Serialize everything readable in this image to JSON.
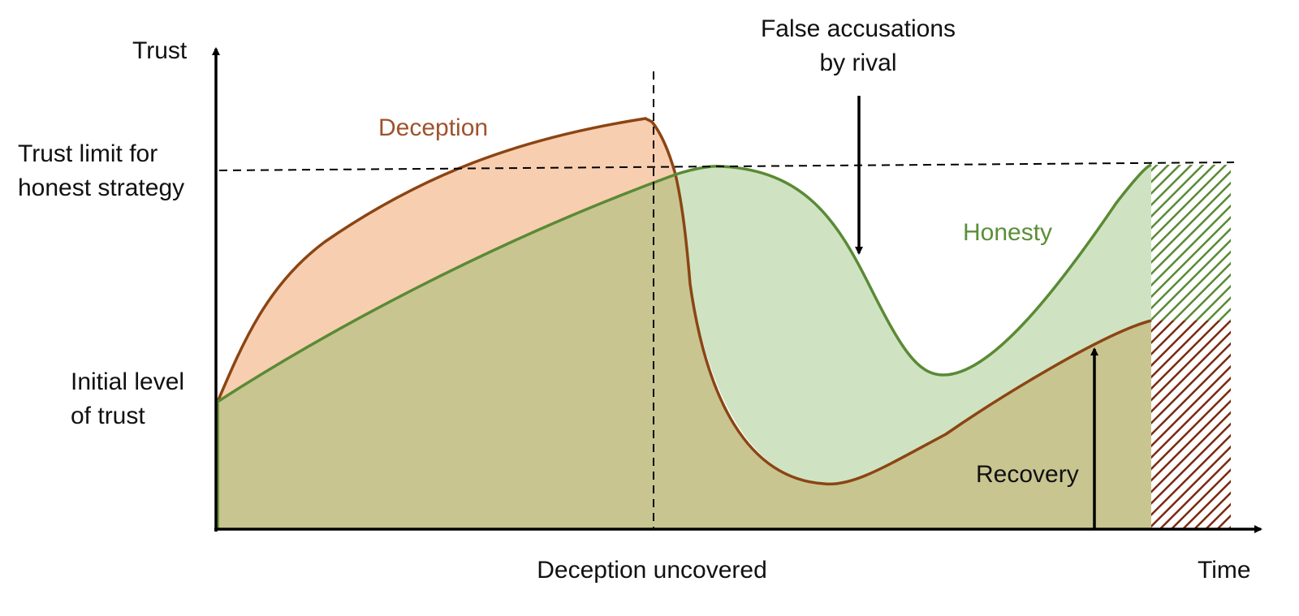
{
  "labels": {
    "y_axis": "Trust",
    "x_axis": "Time",
    "trust_limit_line1": "Trust limit for",
    "trust_limit_line2": "honest strategy",
    "initial_line1": "Initial level",
    "initial_line2": "of trust",
    "deception": "Deception",
    "honesty": "Honesty",
    "false_acc_line1": "False accusations",
    "false_acc_line2": "by rival",
    "recovery": "Recovery",
    "deception_uncovered": "Deception uncovered"
  },
  "colors": {
    "deception_line": "#8b4513",
    "deception_fill": "#f8ceb0",
    "honesty_line": "#5a8a35",
    "honesty_fill": "#cfe3c2",
    "overlap_fill": "#c8c591",
    "recovery_line": "#7d6a2a",
    "axis": "#000000",
    "label_text": "#111111",
    "deception_text": "#a0522d",
    "honesty_text": "#5a8f38"
  }
}
